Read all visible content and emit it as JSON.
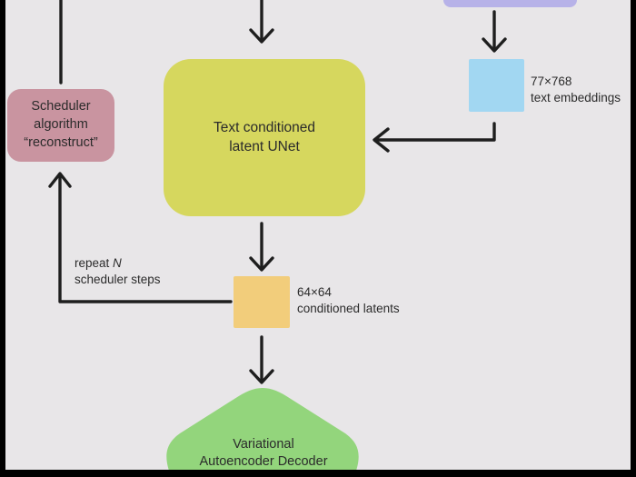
{
  "canvas": {
    "background": "#e8e6e8",
    "frame_color": "#000000",
    "arrow_color": "#1e1e1e",
    "text_color": "#2b2b2b"
  },
  "nodes": {
    "text_encoder_fragment": {
      "color": "#b7b2e8"
    },
    "scheduler": {
      "lines": [
        "Scheduler",
        "algorithm",
        "“reconstruct”"
      ],
      "color": "#c994a0"
    },
    "unet": {
      "lines": [
        "Text conditioned",
        "latent UNet"
      ],
      "color": "#d6d75e"
    },
    "text_embeddings": {
      "square_color": "#a2d7f2",
      "label_line1": "77×768",
      "label_line2": "text embeddings"
    },
    "conditioned_latents": {
      "square_color": "#f2cd7b",
      "label_line1": "64×64",
      "label_line2": "conditioned latents"
    },
    "vae_decoder": {
      "lines": [
        "Variational",
        "Autoencoder Decoder"
      ],
      "color": "#93d57c"
    }
  },
  "annotations": {
    "repeat_loop": {
      "prefix": "repeat ",
      "n": "N",
      "line2": "scheduler steps"
    }
  }
}
